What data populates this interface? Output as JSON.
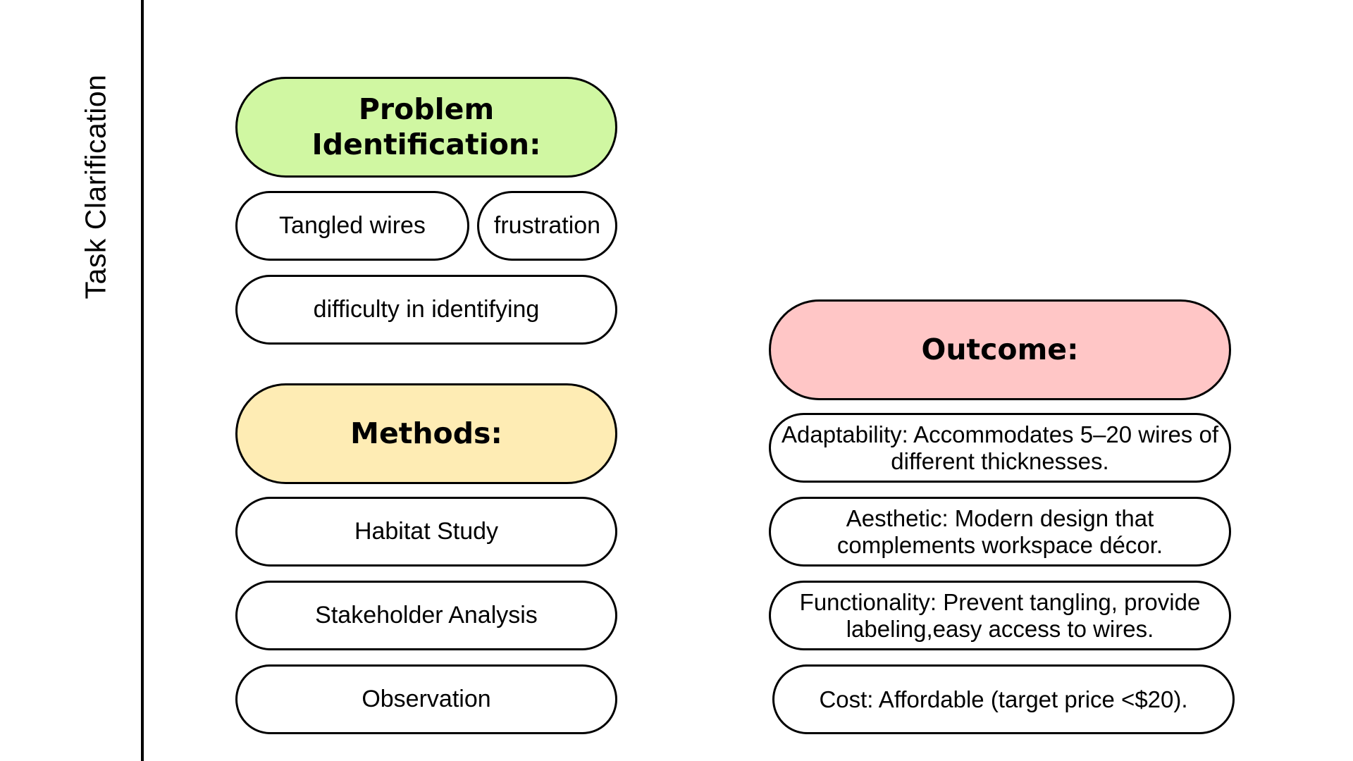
{
  "side_label": "Task Clarification",
  "problem": {
    "title": "Problem Identification:",
    "items": [
      "Tangled wires",
      "frustration",
      "difficulty in identifying"
    ]
  },
  "methods": {
    "title": "Methods:",
    "items": [
      "Habitat Study",
      "Stakeholder Analysis",
      "Observation"
    ]
  },
  "outcome": {
    "title": "Outcome:",
    "items": [
      "Adaptability: Accommodates 5–20 wires of different thicknesses.",
      "Aesthetic: Modern design that complements workspace décor.",
      "Functionality: Prevent tangling, provide labeling,easy access to wires.",
      "Cost: Affordable (target price <$20)."
    ]
  },
  "colors": {
    "problem_header": "#d0f7a2",
    "methods_header": "#feecb4",
    "outcome_header": "#ffc6c6",
    "outline": "#000000"
  }
}
